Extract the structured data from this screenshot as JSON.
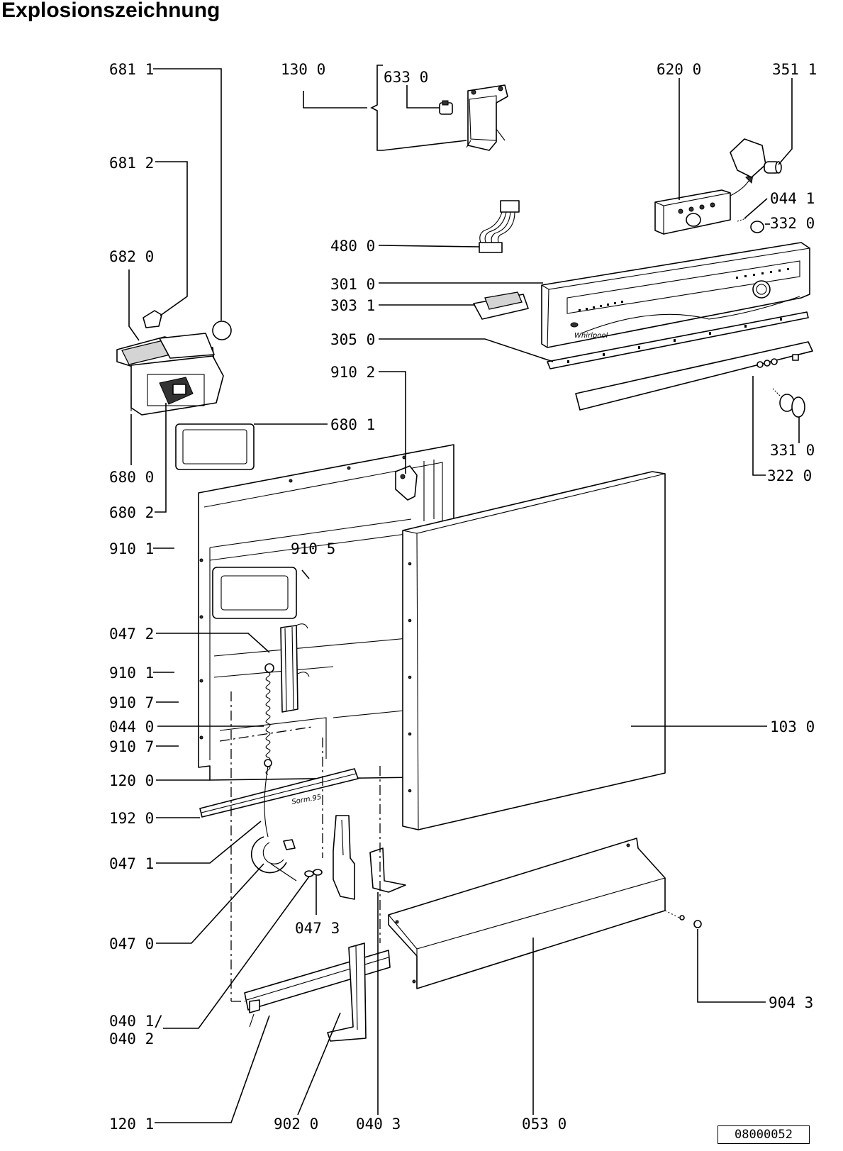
{
  "title": "Explosionszeichnung",
  "drawing_number": "08000052",
  "callouts": [
    {
      "id": "c-681-1",
      "text": "681 1"
    },
    {
      "id": "c-130-0",
      "text": "130 0"
    },
    {
      "id": "c-633-0",
      "text": "633 0"
    },
    {
      "id": "c-620-0",
      "text": "620 0"
    },
    {
      "id": "c-351-1",
      "text": "351 1"
    },
    {
      "id": "c-681-2",
      "text": "681 2"
    },
    {
      "id": "c-044-1",
      "text": "044 1"
    },
    {
      "id": "c-332-0",
      "text": "332 0"
    },
    {
      "id": "c-682-0",
      "text": "682 0"
    },
    {
      "id": "c-480-0",
      "text": "480 0"
    },
    {
      "id": "c-301-0",
      "text": "301 0"
    },
    {
      "id": "c-303-1",
      "text": "303 1"
    },
    {
      "id": "c-305-0",
      "text": "305 0"
    },
    {
      "id": "c-910-2",
      "text": "910 2"
    },
    {
      "id": "c-680-1",
      "text": "680 1"
    },
    {
      "id": "c-331-0",
      "text": "331 0"
    },
    {
      "id": "c-680-0",
      "text": "680 0"
    },
    {
      "id": "c-322-0",
      "text": "322 0"
    },
    {
      "id": "c-680-2",
      "text": "680 2"
    },
    {
      "id": "c-910-1a",
      "text": "910 1"
    },
    {
      "id": "c-910-5",
      "text": "910 5"
    },
    {
      "id": "c-047-2",
      "text": "047 2"
    },
    {
      "id": "c-910-1b",
      "text": "910 1"
    },
    {
      "id": "c-910-7a",
      "text": "910 7"
    },
    {
      "id": "c-044-0",
      "text": "044 0"
    },
    {
      "id": "c-103-0",
      "text": "103 0"
    },
    {
      "id": "c-910-7b",
      "text": "910 7"
    },
    {
      "id": "c-120-0",
      "text": "120 0"
    },
    {
      "id": "c-192-0",
      "text": "192 0"
    },
    {
      "id": "c-047-1",
      "text": "047 1"
    },
    {
      "id": "c-047-3",
      "text": "047 3"
    },
    {
      "id": "c-047-0",
      "text": "047 0"
    },
    {
      "id": "c-904-3",
      "text": "904 3"
    },
    {
      "id": "c-040-1",
      "text": "040 1/"
    },
    {
      "id": "c-040-2",
      "text": "040 2"
    },
    {
      "id": "c-120-1",
      "text": "120 1"
    },
    {
      "id": "c-902-0",
      "text": "902 0"
    },
    {
      "id": "c-040-3",
      "text": "040 3"
    },
    {
      "id": "c-053-0",
      "text": "053 0"
    }
  ],
  "panel_brand": "Whirlpool",
  "spring_mark": "Sorm.95"
}
